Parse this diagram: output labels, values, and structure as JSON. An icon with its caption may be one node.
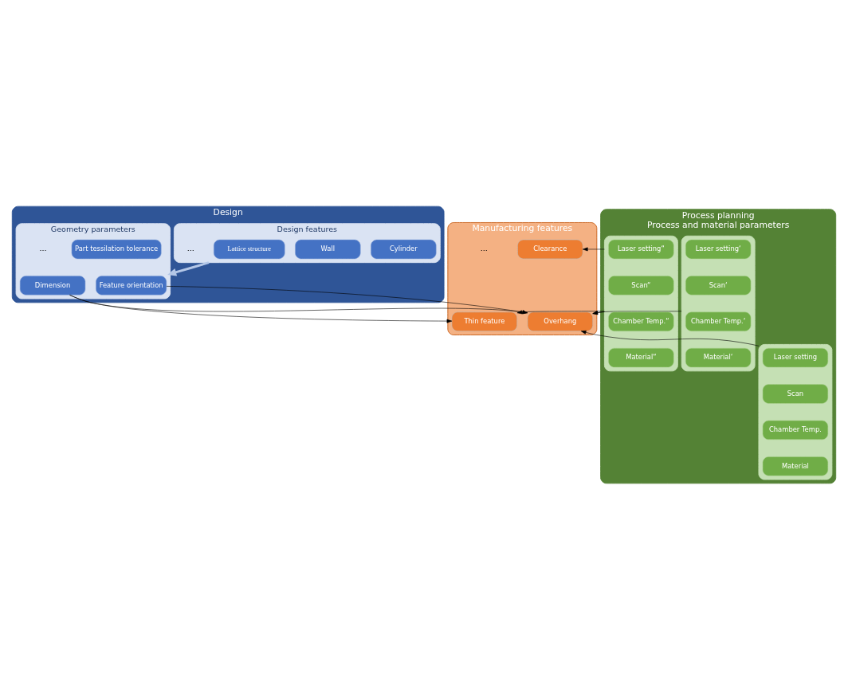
{
  "diagram": {
    "nodes": [
      {
        "text": [
          "Design"
        ]
      },
      {
        "text": [
          "Design features"
        ],
        "in": 0
      },
      {
        "text": [
          "Cylinder"
        ],
        "in": 1
      },
      {
        "text": [
          "Wall"
        ],
        "in": 1
      },
      {
        "text": [
          "Lattice structure"
        ],
        "in": 1
      },
      {
        "text": [
          "Geometry parameters"
        ],
        "in": 0
      },
      {
        "text": [
          "Feature orientation"
        ],
        "in": 5
      },
      {
        "text": [
          "Dimension"
        ],
        "in": 5
      },
      {
        "text": [
          "Part tessilation tolerance"
        ],
        "in": 5
      },
      {
        "text": [
          "Manufacturing features"
        ]
      },
      {
        "text": [
          "Overhang"
        ],
        "in": 9
      },
      {
        "text": [
          "Thin feature"
        ],
        "in": 9
      },
      {
        "text": [
          "Clearance"
        ],
        "in": 9
      },
      {
        "text": [
          "Process planning",
          "Process and material parameters"
        ]
      },
      {
        "text": [],
        "shape": "box",
        "in": 13
      },
      {
        "text": [
          "Laser setting"
        ],
        "in": 14
      },
      {
        "text": [
          "Scan"
        ],
        "in": 14
      },
      {
        "text": [
          "Chamber Temp."
        ],
        "in": 14
      },
      {
        "text": [
          "Material"
        ],
        "in": 14
      },
      {
        "text": [],
        "shape": "box",
        "in": 13
      },
      {
        "text": [
          "Laser setting‘"
        ],
        "in": 19
      },
      {
        "text": [
          "Scan‘"
        ],
        "in": 19
      },
      {
        "text": [
          "Chamber Temp.‘"
        ],
        "in": 19
      },
      {
        "text": [
          "Material‘"
        ],
        "in": 19
      },
      {
        "text": [],
        "shape": "box",
        "in": 13
      },
      {
        "text": [
          "Laser setting“"
        ],
        "in": 24
      },
      {
        "text": [
          "Scan“"
        ],
        "in": 24
      },
      {
        "text": [
          "Chamber Temp.“"
        ],
        "in": 24
      },
      {
        "text": [
          "Material“"
        ],
        "in": 24
      }
    ],
    "edges": [
      {
        "from": 1,
        "to": 5,
        "arrow": "to",
        "style": "thick",
        "color": "#b4c7e7"
      },
      {
        "from": 6,
        "to": 10,
        "arrow": "to"
      },
      {
        "from": 7,
        "to": 10,
        "arrow": "to"
      },
      {
        "from": 7,
        "to": 11,
        "arrow": "to"
      },
      {
        "from": 14,
        "to": 10,
        "arrow": "to"
      },
      {
        "from": 19,
        "to": 10,
        "arrow": "to"
      },
      {
        "from": 24,
        "to": 10,
        "arrow": "to"
      },
      {
        "from": 24,
        "to": 11,
        "arrow": "to"
      },
      {
        "from": 24,
        "to": 12,
        "arrow": "to"
      }
    ],
    "labels": [
      "...",
      "...",
      "..."
    ]
  }
}
